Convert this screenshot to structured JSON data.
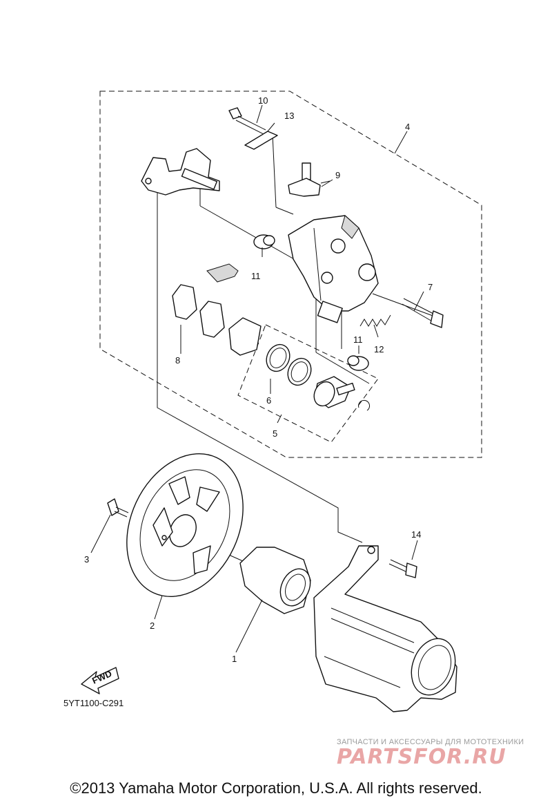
{
  "callouts": {
    "c1": "1",
    "c2": "2",
    "c3": "3",
    "c4": "4",
    "c5": "5",
    "c6": "6",
    "c7": "7",
    "c8": "8",
    "c9": "9",
    "c10": "10",
    "c11a": "11",
    "c11b": "11",
    "c12": "12",
    "c13": "13",
    "c14": "14"
  },
  "fwd_label": "FWD",
  "drawing_code": "5YT1100-C291",
  "watermark": {
    "tagline": "ЗАПЧАСТИ И АКСЕССУАРЫ ДЛЯ МОТОТЕХНИКИ",
    "logo": "PARTSFOR.RU"
  },
  "copyright": "©2013 Yamaha Motor Corporation, U.S.A. All rights reserved.",
  "colors": {
    "line": "#111111",
    "watermark": "#e9a6a6"
  }
}
